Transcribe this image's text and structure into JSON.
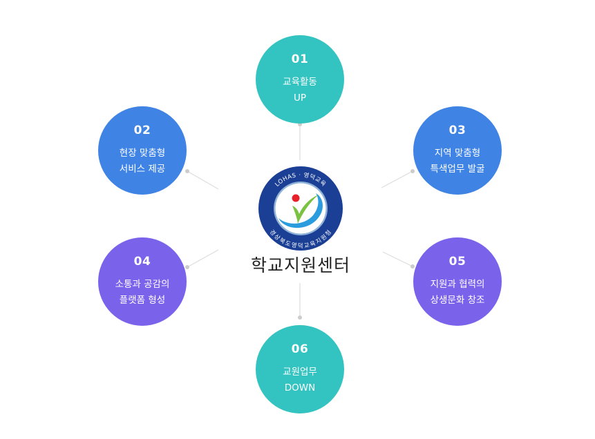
{
  "center": {
    "title": "학교지원센터",
    "logo_top_text": "LOHAS · 영덕교육",
    "logo_bottom_text": "경상북도영덕교육지원청",
    "logo_colors": {
      "ring": "#1a3f95",
      "inner_ring": "#8fb2d8",
      "swoosh": "#2b9ddf",
      "leaf": "#7cc242",
      "dot": "#e8202a"
    }
  },
  "nodes": [
    {
      "id": "node-01",
      "number": "01",
      "lines": [
        "교육활동",
        "UP"
      ],
      "color": "#33c3c0"
    },
    {
      "id": "node-02",
      "number": "02",
      "lines": [
        "현장 맞춤형",
        "서비스 제공"
      ],
      "color": "#3f84e4"
    },
    {
      "id": "node-03",
      "number": "03",
      "lines": [
        "지역 맞춤형",
        "특색업무 발굴"
      ],
      "color": "#3f84e4"
    },
    {
      "id": "node-04",
      "number": "04",
      "lines": [
        "소통과 공감의",
        "플랫폼 형성"
      ],
      "color": "#7a63ea"
    },
    {
      "id": "node-05",
      "number": "05",
      "lines": [
        "지원과 협력의",
        "상생문화 창조"
      ],
      "color": "#7a63ea"
    },
    {
      "id": "node-06",
      "number": "06",
      "lines": [
        "교원업무",
        "DOWN"
      ],
      "color": "#33c3c0"
    }
  ],
  "connector_color": "#dddddd",
  "connector_dot_color": "#cccccc"
}
